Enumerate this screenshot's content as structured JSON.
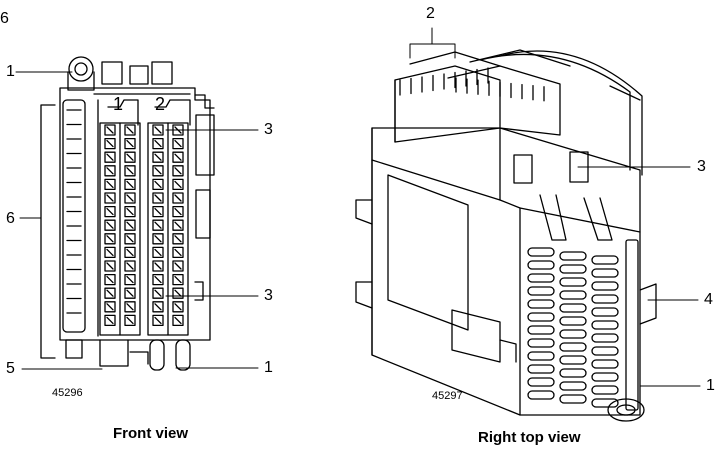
{
  "header_fragment": "6",
  "front_view": {
    "figure_number": "45296",
    "caption": "Front view",
    "terminal_block_labels": [
      "1",
      "2"
    ],
    "callouts": {
      "top_left": "1",
      "left": "6",
      "bottom_left": "5",
      "top_right": "3",
      "bottom_right_upper": "3",
      "bottom_right": "1"
    }
  },
  "right_view": {
    "figure_number": "45297",
    "caption": "Right top view",
    "callouts": {
      "top": "2",
      "upper_right": "3",
      "mid_right": "4",
      "bottom_right": "1"
    }
  }
}
